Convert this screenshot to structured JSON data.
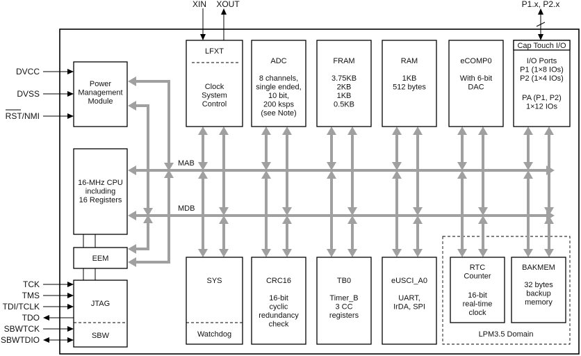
{
  "pins": {
    "xin": "XIN",
    "xout": "XOUT",
    "p1p2": "P1.x, P2.x",
    "dvcc": "DVCC",
    "dvss": "DVSS",
    "rst": "RST/NMI",
    "tck": "TCK",
    "tms": "TMS",
    "tdi": "TDI/TCLK",
    "tdo": "TDO",
    "sbwtck": "SBWTCK",
    "sbwtdio": "SBWTDIO"
  },
  "blocks": {
    "pmm": [
      "Power",
      "Management",
      "Module"
    ],
    "cpu": [
      "16-MHz CPU",
      "including",
      "16 Registers"
    ],
    "eem": [
      "EEM"
    ],
    "jtag": [
      "JTAG"
    ],
    "sbw": [
      "SBW"
    ],
    "lfxt": [
      "LFXT"
    ],
    "clock": [
      "Clock",
      "System",
      "Control"
    ],
    "adc_title": [
      "ADC"
    ],
    "adc": [
      "8 channels,",
      "single ended,",
      "10 bit,",
      "200 ksps",
      "(see Note)"
    ],
    "fram_title": [
      "FRAM"
    ],
    "fram": [
      "3.75KB",
      "2KB",
      "1KB",
      "0.5KB"
    ],
    "ram_title": [
      "RAM"
    ],
    "ram": [
      "1KB",
      "512 bytes"
    ],
    "ecomp_title": [
      "eCOMP0"
    ],
    "ecomp": [
      "With 6-bit",
      "DAC"
    ],
    "captouch": [
      "Cap Touch I/O"
    ],
    "io": [
      "I/O Ports",
      "P1 (1×8 IOs)",
      "P2 (1×4 IOs)"
    ],
    "pa": [
      "PA (P1, P2)",
      "1×12 IOs"
    ],
    "sys": [
      "SYS"
    ],
    "watchdog": [
      "Watchdog"
    ],
    "crc_title": [
      "CRC16"
    ],
    "crc": [
      "16-bit",
      "cyclic",
      "redundancy",
      "check"
    ],
    "tb0_title": [
      "TB0"
    ],
    "tb0": [
      "Timer_B",
      "3 CC",
      "registers"
    ],
    "eusci_title": [
      "eUSCI_A0"
    ],
    "eusci": [
      "UART,",
      "IrDA, SPI"
    ],
    "rtc_title": [
      "RTC",
      "Counter"
    ],
    "rtc": [
      "16-bit",
      "real-time",
      "clock"
    ],
    "bakmem_title": [
      "BAKMEM"
    ],
    "bakmem": [
      "32 bytes",
      "backup",
      "memory"
    ],
    "lpm": [
      "LPM3.5 Domain"
    ]
  },
  "buses": {
    "mab": "MAB",
    "mdb": "MDB"
  }
}
